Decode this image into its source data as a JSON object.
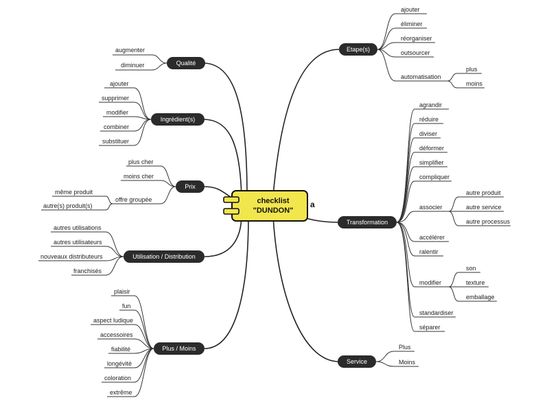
{
  "root": {
    "title_line1": "checklist",
    "title_line2": "\"DUNDON\"",
    "badge": "a",
    "color": "#f2e64d"
  },
  "left_branches": {
    "qualite": {
      "label": "Qualité",
      "items": [
        "augmenter",
        "diminuer"
      ]
    },
    "ingredients": {
      "label": "Ingrédient(s)",
      "items": [
        "ajouter",
        "supprimer",
        "modifier",
        "combiner",
        "substituer"
      ]
    },
    "prix": {
      "label": "Prix",
      "items": [
        "plus cher",
        "moins cher",
        "offre groupée"
      ],
      "sub_items": [
        "même produit",
        "autre(s) produit(s)"
      ]
    },
    "utilisation": {
      "label": "Utilisation / Distribution",
      "items": [
        "autres utilisations",
        "autres utilisateurs",
        "nouveaux distributeurs",
        "franchisés"
      ]
    },
    "plusmoins": {
      "label": "Plus / Moins",
      "items": [
        "plaisir",
        "fun",
        "aspect ludique",
        "accessoires",
        "fiabilité",
        "longévité",
        "coloration",
        "extrême"
      ]
    }
  },
  "right_branches": {
    "etapes": {
      "label": "Etape(s)",
      "items": [
        "ajouter",
        "éliminer",
        "réorganiser",
        "outsourcer",
        "automatisation"
      ],
      "sub_items": [
        "plus",
        "moins"
      ]
    },
    "transformation": {
      "label": "Transformation",
      "items": [
        "agrandir",
        "réduire",
        "diviser",
        "déformer",
        "simplifier",
        "compliquer",
        "associer",
        "accélérer",
        "ralentir",
        "modifier",
        "standardiser",
        "séparer"
      ],
      "associer_sub": [
        "autre produit",
        "autre service",
        "autre processus"
      ],
      "modifier_sub": [
        "son",
        "texture",
        "emballage"
      ]
    },
    "service": {
      "label": "Service",
      "items": [
        "Plus",
        "Moins"
      ]
    }
  },
  "colors": {
    "node": "#2b2b2b",
    "line": "#222222"
  }
}
